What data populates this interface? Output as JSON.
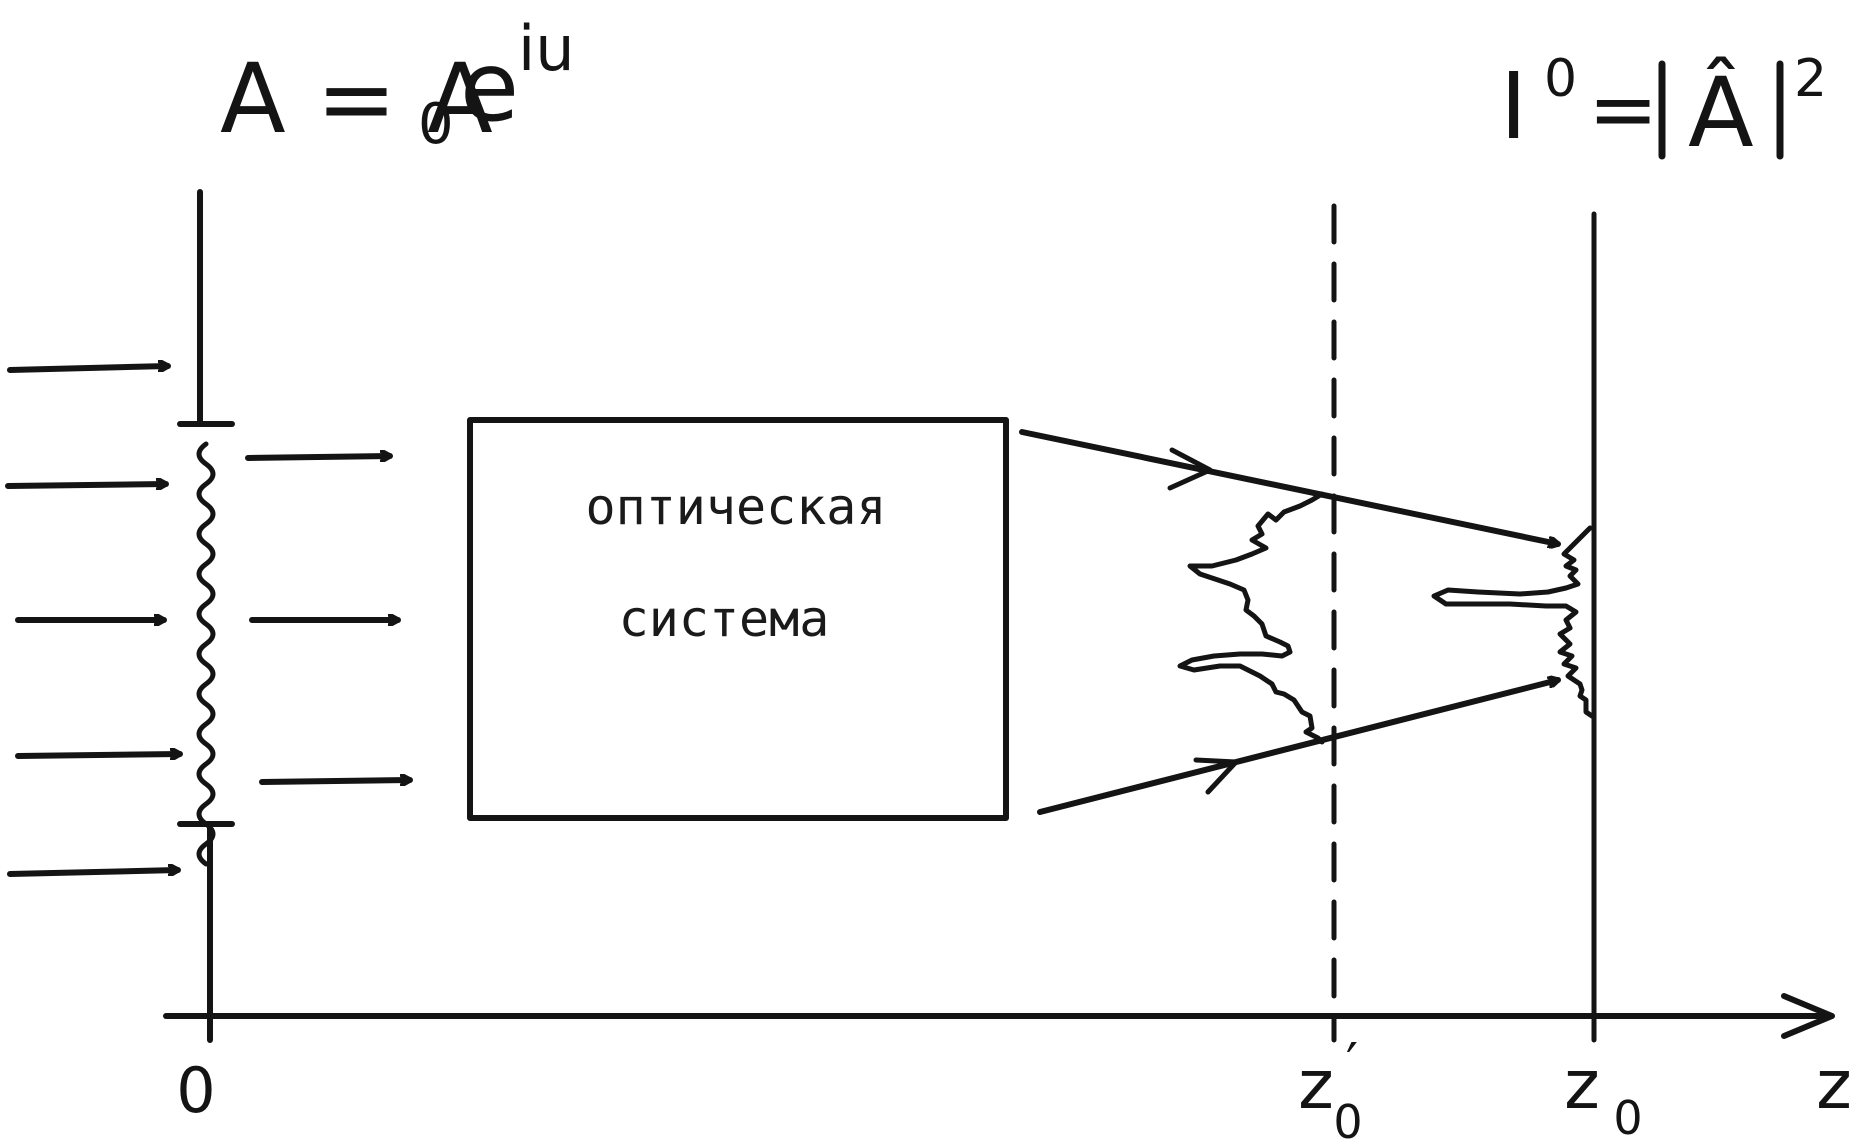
{
  "formula_left": {
    "base": "A = A",
    "sub": "0",
    "e": "e",
    "sup": "iu"
  },
  "formula_right": {
    "base": "I",
    "sup0": "0",
    "eq": "=",
    "a_hat": "Â",
    "sup2": "2"
  },
  "box": {
    "line1": "оптическая",
    "line2": "система"
  },
  "axis": {
    "origin": "0",
    "z0_prime": "z",
    "z0_prime_sub": "0",
    "z0_prime_mark": "′",
    "z0": "z",
    "z0_sub": "0",
    "z": "z"
  },
  "colors": {
    "ink": "#141414",
    "background": "#ffffff"
  }
}
